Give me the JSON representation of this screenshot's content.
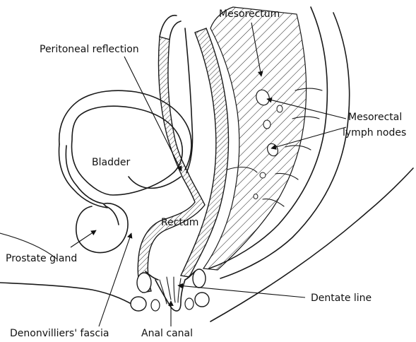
{
  "labels": {
    "mesorectum": "Mesorectum",
    "peritoneal_reflection": "Peritoneal reflection",
    "mesorectal_lymph_nodes_line1": "Mesorectal",
    "mesorectal_lymph_nodes_line2": "lymph nodes",
    "bladder": "Bladder",
    "rectum": "Rectum",
    "prostate_gland": "Prostate gland",
    "dentate_line": "Dentate line",
    "denonvilliers_fascia": "Denonvilliers' fascia",
    "anal_canal": "Anal canal"
  },
  "colors": {
    "ink": "#1a1a1a",
    "background": "#ffffff"
  }
}
